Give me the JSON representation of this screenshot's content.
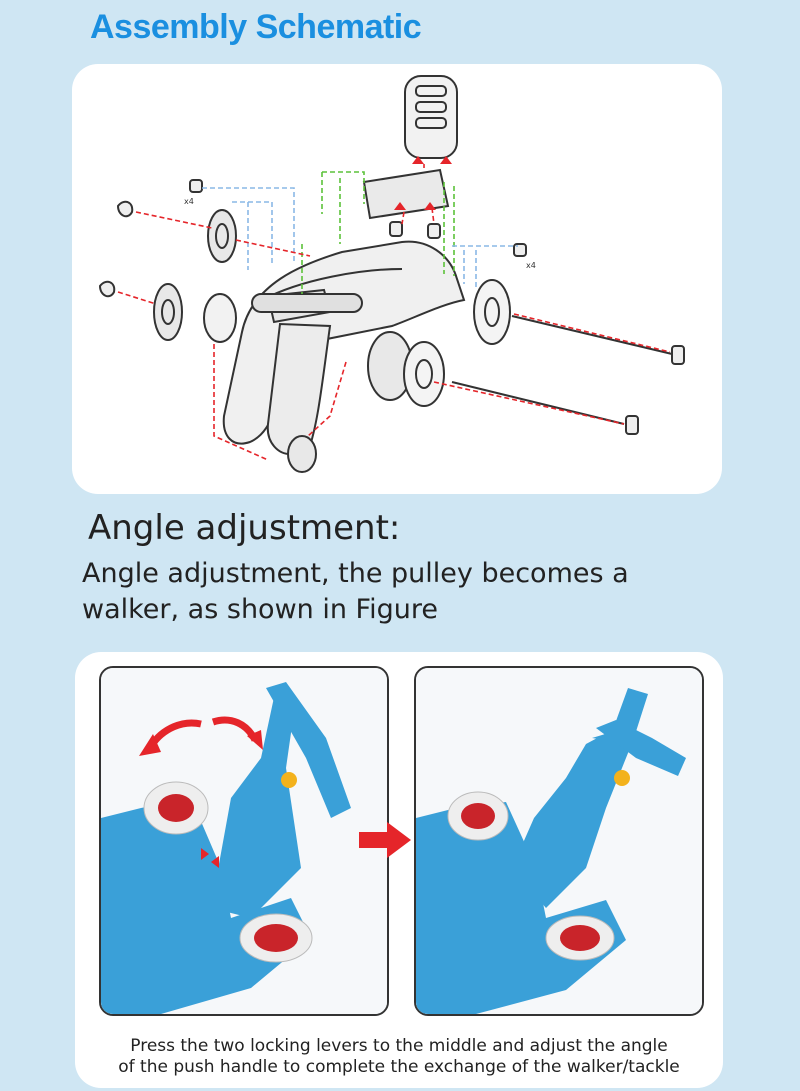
{
  "header": {
    "title": "Assembly Schematic"
  },
  "diagram": {
    "qty_label_left": "x4",
    "qty_label_right": "x4"
  },
  "section": {
    "heading": "Angle adjustment:",
    "description": "Angle adjustment, the pulley becomes a walker, as shown in Figure"
  },
  "figure": {
    "caption_line1": "Press the two locking levers to the middle and adjust the angle",
    "caption_line2": "of the push handle to complete the exchange of the walker/tackle"
  },
  "colors": {
    "title": "#1a8fe0",
    "background": "#cfe6f3",
    "toy_blue": "#3aa0d8",
    "arrow_red": "#e5252a",
    "guide_green": "#5cc23a",
    "guide_blue": "#8ab8e6"
  }
}
